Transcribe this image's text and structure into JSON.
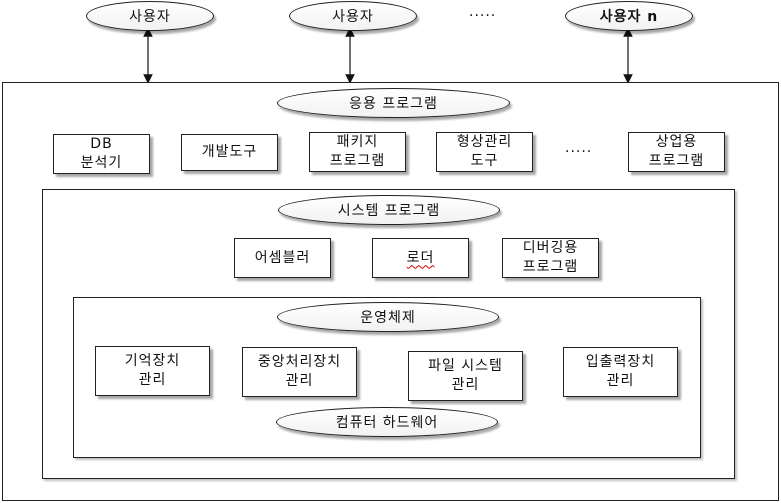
{
  "users": [
    "사용자",
    "사용자",
    "사용자 n"
  ],
  "users_ellipsis": ".....",
  "app_layer": {
    "title": "응용 프로그램",
    "items": [
      "DB\n분석기",
      "개발도구",
      "패키지\n프로그램",
      "형상관리\n도구",
      "상업용\n프로그램"
    ],
    "ellipsis": "....."
  },
  "system_layer": {
    "title": "시스템 프로그램",
    "items": [
      "어셈블러",
      "로더",
      "디버깅용\n프로그램"
    ]
  },
  "os_layer": {
    "title": "운영체제",
    "items": [
      "기억장치\n관리",
      "중앙처리장치\n관리",
      "파일 시스템\n관리",
      "입출력장치\n관리"
    ]
  },
  "hardware": {
    "title": "컴퓨터 하드웨어"
  }
}
